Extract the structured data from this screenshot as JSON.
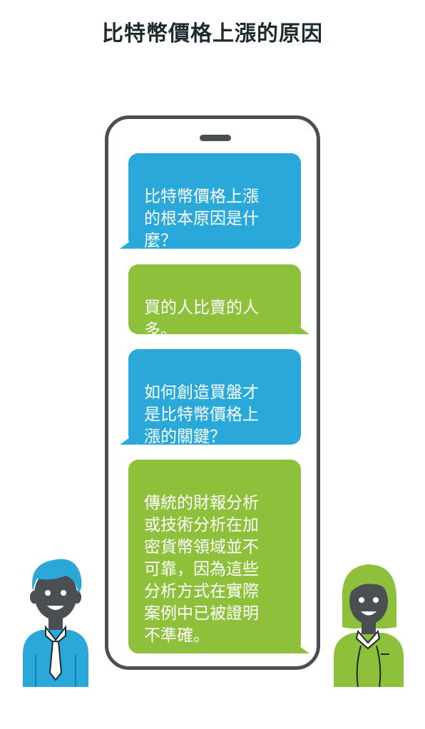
{
  "title": "比特幣價格上漲的原因",
  "messages": [
    {
      "speaker": "man",
      "color": "#29a8d9",
      "text": "比特幣價格上漲\n的根本原因是什\n麼？"
    },
    {
      "speaker": "woman",
      "color": "#8ec03c",
      "text": "買的人比賣的人\n多。"
    },
    {
      "speaker": "man",
      "color": "#29a8d9",
      "text": "如何創造買盤才\n是比特幣價格上\n漲的關鍵？"
    },
    {
      "speaker": "woman",
      "color": "#8ec03c",
      "text": "傳統的財報分析\n或技術分析在加\n密貨幣領域並不\n可靠，因為這些\n分析方式在實際\n案例中已被證明\n不準確。"
    }
  ],
  "colors": {
    "blue": "#29a8d9",
    "green": "#8ec03c",
    "dark": "#4a4f52"
  },
  "icons": [
    "man-avatar-icon",
    "woman-avatar-icon"
  ]
}
